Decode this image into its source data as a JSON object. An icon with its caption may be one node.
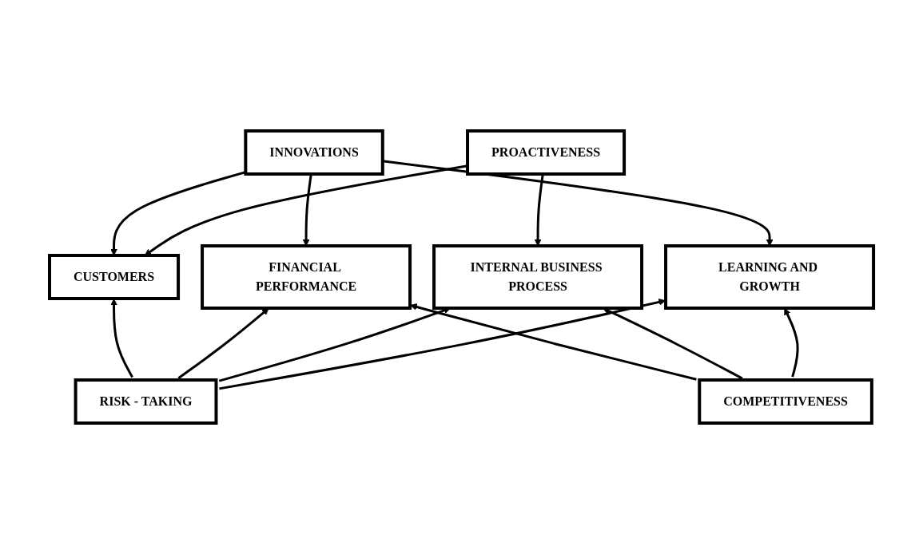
{
  "diagram": {
    "nodes": [
      {
        "text": [
          "INNOVATIONS"
        ]
      },
      {
        "text": [
          "PROACTIVENESS"
        ]
      },
      {
        "text": [
          "CUSTOMERS"
        ]
      },
      {
        "text": [
          "FINANCIAL PERFORMANCE"
        ]
      },
      {
        "text": [
          "INTERNAL BUSINESS PROCESS"
        ]
      },
      {
        "text": [
          "LEARNING AND GROWTH"
        ]
      },
      {
        "text": [
          "RISK - TAKING"
        ]
      },
      {
        "text": [
          "COMPETITIVENESS"
        ]
      }
    ],
    "edges": [
      {
        "from": 0,
        "to": 2,
        "arrow": "to"
      },
      {
        "from": 0,
        "to": 3,
        "arrow": "to"
      },
      {
        "from": 0,
        "to": 5,
        "arrow": "to"
      },
      {
        "from": 1,
        "to": 2,
        "arrow": "to"
      },
      {
        "from": 1,
        "to": 4,
        "arrow": "to"
      },
      {
        "from": 6,
        "to": 2,
        "arrow": "to"
      },
      {
        "from": 6,
        "to": 3,
        "arrow": "to"
      },
      {
        "from": 6,
        "to": 4,
        "arrow": "to"
      },
      {
        "from": 6,
        "to": 5,
        "arrow": "to"
      },
      {
        "from": 7,
        "to": 3,
        "arrow": "to"
      },
      {
        "from": 7,
        "to": 4,
        "arrow": "to"
      },
      {
        "from": 7,
        "to": 5,
        "arrow": "to"
      }
    ]
  }
}
